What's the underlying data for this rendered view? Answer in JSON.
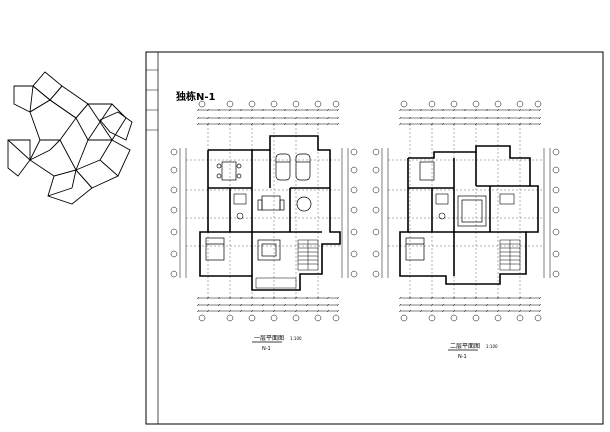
{
  "drawing": {
    "title": "独栋N-1",
    "colors": {
      "line": "#000000",
      "hatch": "#555555",
      "watermark": "#9a9a9a"
    },
    "plans": [
      {
        "id": "floor1",
        "caption": "一层平面图",
        "sub": "N-1",
        "scale": "1:100"
      },
      {
        "id": "floor2",
        "caption": "二层平面图",
        "sub": "N-1",
        "scale": "1:100"
      }
    ]
  }
}
